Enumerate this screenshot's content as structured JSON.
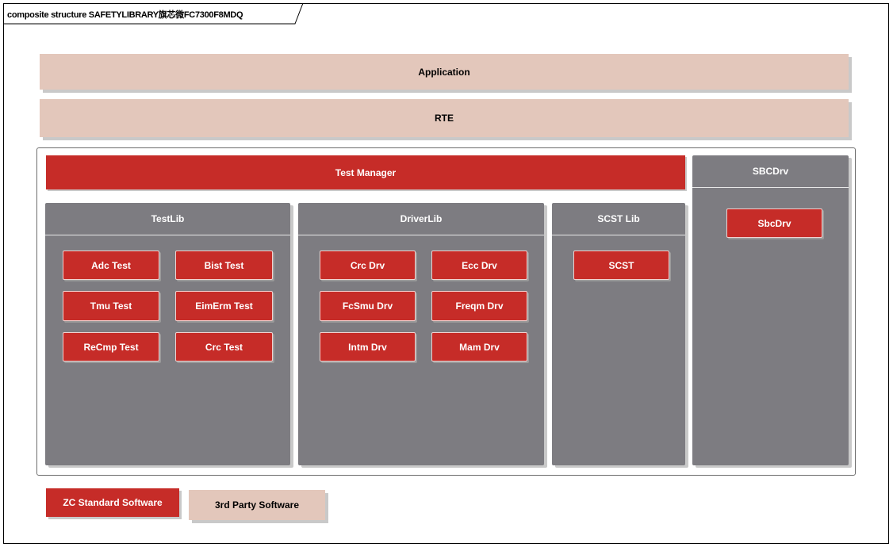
{
  "diagram": {
    "title": "composite structure SAFETYLIBRARY旗芯微FC7300F8MDQ",
    "layers": {
      "application": "Application",
      "rte": "RTE"
    },
    "test_manager": "Test Manager",
    "sbc": {
      "title": "SBCDrv",
      "items": [
        "SbcDrv"
      ]
    },
    "testlib": {
      "title": "TestLib",
      "items": [
        "Adc Test",
        "Bist Test",
        "Tmu Test",
        "EimErm Test",
        "ReCmp Test",
        "Crc Test"
      ]
    },
    "driverlib": {
      "title": "DriverLib",
      "items": [
        "Crc Drv",
        "Ecc Drv",
        "FcSmu Drv",
        "Freqm Drv",
        "Intm Drv",
        "Mam Drv"
      ]
    },
    "scstlib": {
      "title": "SCST Lib",
      "items": [
        "SCST"
      ]
    },
    "legend": {
      "zc": "ZC Standard Software",
      "third_party": "3rd Party Software"
    },
    "colors": {
      "zc_red": "#c62c28",
      "third_party_peach": "#e3c7bb",
      "container_grey": "#7d7c81"
    }
  }
}
